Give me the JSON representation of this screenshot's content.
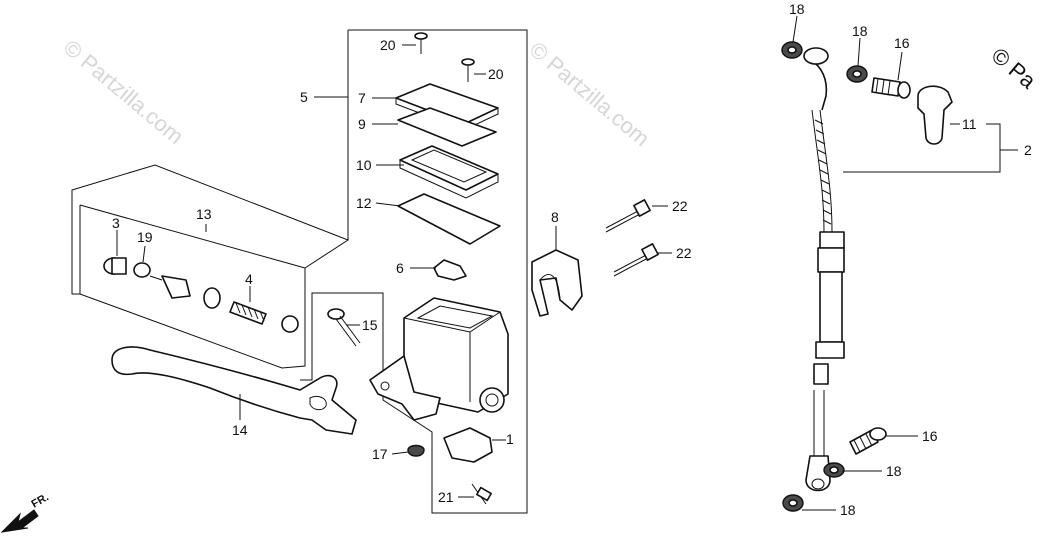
{
  "diagram": {
    "watermarks": [
      "© Partzilla.com",
      "© Partzilla.com",
      "© Partzilla.com"
    ],
    "watermark_partial": "© Pa",
    "front_indicator": "FR.",
    "callouts": [
      {
        "id": "c1",
        "label": "1"
      },
      {
        "id": "c2",
        "label": "2"
      },
      {
        "id": "c3",
        "label": "3"
      },
      {
        "id": "c4",
        "label": "4"
      },
      {
        "id": "c5",
        "label": "5"
      },
      {
        "id": "c6",
        "label": "6"
      },
      {
        "id": "c7",
        "label": "7"
      },
      {
        "id": "c8",
        "label": "8"
      },
      {
        "id": "c9",
        "label": "9"
      },
      {
        "id": "c10",
        "label": "10"
      },
      {
        "id": "c11",
        "label": "11"
      },
      {
        "id": "c12",
        "label": "12"
      },
      {
        "id": "c13",
        "label": "13"
      },
      {
        "id": "c14",
        "label": "14"
      },
      {
        "id": "c15",
        "label": "15"
      },
      {
        "id": "c16a",
        "label": "16"
      },
      {
        "id": "c16b",
        "label": "16"
      },
      {
        "id": "c17",
        "label": "17"
      },
      {
        "id": "c18a",
        "label": "18"
      },
      {
        "id": "c18b",
        "label": "18"
      },
      {
        "id": "c18c",
        "label": "18"
      },
      {
        "id": "c18d",
        "label": "18"
      },
      {
        "id": "c19",
        "label": "19"
      },
      {
        "id": "c20a",
        "label": "20"
      },
      {
        "id": "c20b",
        "label": "20"
      },
      {
        "id": "c21",
        "label": "21"
      },
      {
        "id": "c22a",
        "label": "22"
      },
      {
        "id": "c22b",
        "label": "22"
      }
    ]
  }
}
